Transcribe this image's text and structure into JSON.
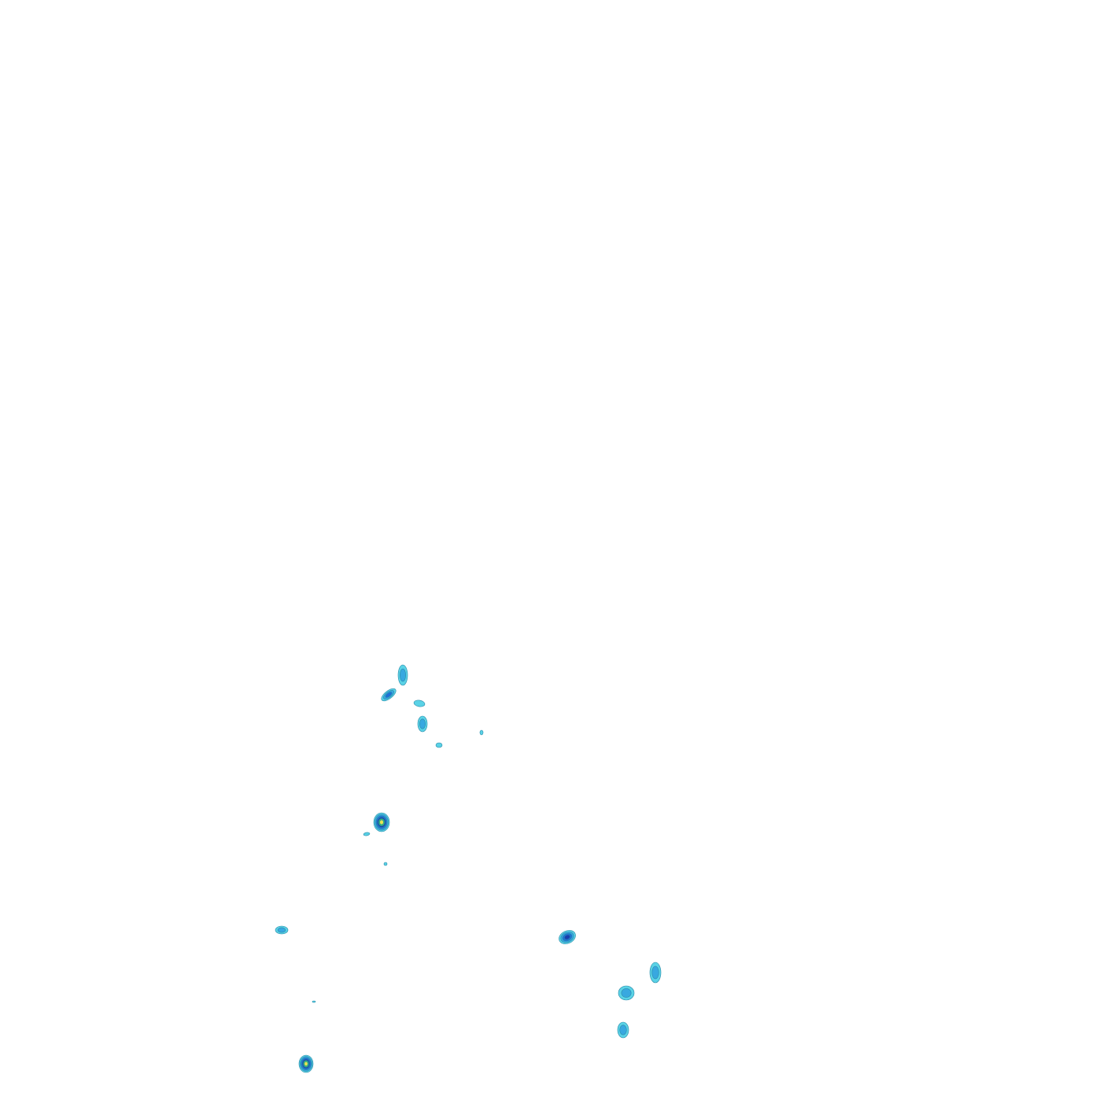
{
  "map": {
    "background": "#ffffff",
    "palette": {
      "level_1": "#5ad2e6",
      "level_2": "#38a8e0",
      "level_3": "#1f6fd8",
      "level_4": "#1a3fb0",
      "level_5": "#2fbf6a",
      "level_6": "#e6e650",
      "outline": "#2a8aa8"
    },
    "features": [
      {
        "id": "blob-1",
        "levels": 2
      },
      {
        "id": "blob-2",
        "levels": 3
      },
      {
        "id": "blob-3",
        "levels": 1
      },
      {
        "id": "blob-4",
        "levels": 2
      },
      {
        "id": "blob-5",
        "levels": 1
      },
      {
        "id": "blob-6",
        "levels": 1
      },
      {
        "id": "blob-7",
        "levels": 6
      },
      {
        "id": "blob-8",
        "levels": 1
      },
      {
        "id": "blob-9",
        "levels": 1
      },
      {
        "id": "blob-10",
        "levels": 2
      },
      {
        "id": "blob-11",
        "levels": 4
      },
      {
        "id": "blob-12",
        "levels": 2
      },
      {
        "id": "blob-13",
        "levels": 2
      },
      {
        "id": "blob-14",
        "levels": 2
      },
      {
        "id": "blob-15",
        "levels": 1
      },
      {
        "id": "blob-16",
        "levels": 6
      }
    ]
  }
}
